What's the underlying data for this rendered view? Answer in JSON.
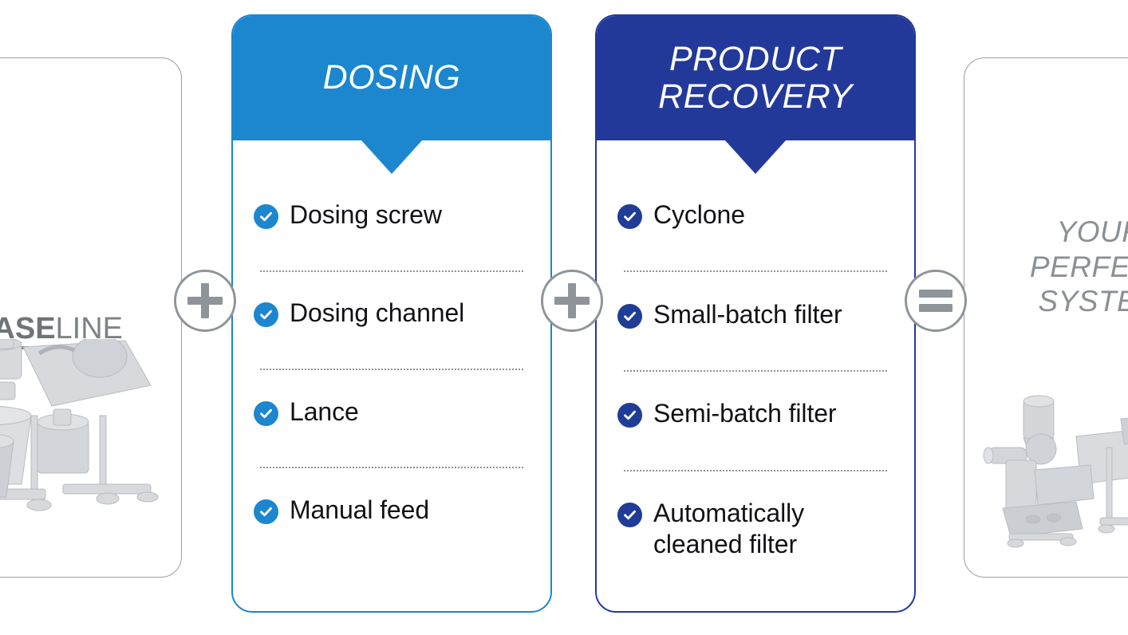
{
  "colors": {
    "dosing_accent": "#1c86ce",
    "recovery_accent": "#23399a",
    "ghost_border": "#9a9ea3",
    "connector": "#8f949a",
    "text": "#111215",
    "ghost_text": "#8c9094"
  },
  "baseline_card": {
    "title_bold": "BASE",
    "title_light": "LINE",
    "photo_alt": "industrial-mixer-machine"
  },
  "dosing_card": {
    "title": "DOSING",
    "items": [
      {
        "label": "Dosing screw",
        "icon": "check-circle-icon"
      },
      {
        "label": "Dosing channel",
        "icon": "check-circle-icon"
      },
      {
        "label": "Lance",
        "icon": "check-circle-icon"
      },
      {
        "label": "Manual feed",
        "icon": "check-circle-icon"
      }
    ]
  },
  "recovery_card": {
    "title": "PRODUCT\nRECOVERY",
    "items": [
      {
        "label": "Cyclone",
        "icon": "check-circle-icon"
      },
      {
        "label": "Small-batch filter",
        "icon": "check-circle-icon"
      },
      {
        "label": "Semi-batch filter",
        "icon": "check-circle-icon"
      },
      {
        "label": "Automatically cleaned filter",
        "icon": "check-circle-icon"
      }
    ]
  },
  "result_card": {
    "title": "YOUR\nPERFECT\nSYSTEM",
    "photo_alt": "complete-powder-handling-system"
  },
  "connectors": [
    {
      "symbol": "+",
      "name": "plus-connector"
    },
    {
      "symbol": "+",
      "name": "plus-connector"
    },
    {
      "symbol": "=",
      "name": "equals-connector"
    }
  ]
}
